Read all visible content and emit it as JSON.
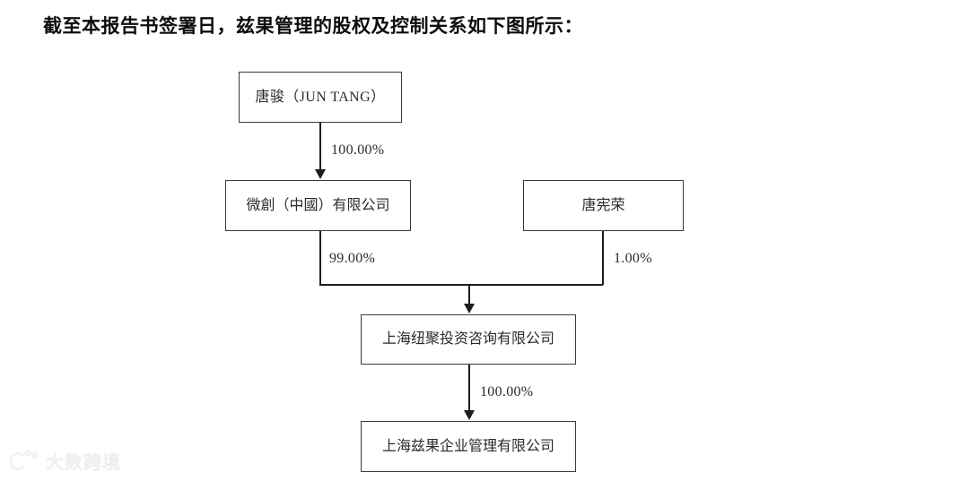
{
  "document": {
    "heading": "截至本报告书签署日，兹果管理的股权及控制关系如下图所示："
  },
  "watermark": {
    "text": "大数跨境",
    "logo_icon": "bigdata-logo-icon"
  },
  "chart_data": {
    "type": "diagram",
    "title": "兹果管理的股权及控制关系",
    "diagram_kind": "ownership-control-structure",
    "nodes": [
      {
        "id": "tangjun",
        "label": "唐骏（JUN TANG）",
        "level": 1
      },
      {
        "id": "weichuang",
        "label": "微創（中國）有限公司",
        "level": 2
      },
      {
        "id": "tangxr",
        "label": "唐宪荣",
        "level": 2
      },
      {
        "id": "niuju",
        "label": "上海纽聚投资咨询有限公司",
        "level": 3
      },
      {
        "id": "ziguo",
        "label": "上海兹果企业管理有限公司",
        "level": 4
      }
    ],
    "edges": [
      {
        "from": "tangjun",
        "to": "weichuang",
        "label": "100.00%"
      },
      {
        "from": "weichuang",
        "to": "niuju",
        "label": "99.00%"
      },
      {
        "from": "tangxr",
        "to": "niuju",
        "label": "1.00%"
      },
      {
        "from": "niuju",
        "to": "ziguo",
        "label": "100.00%"
      }
    ],
    "colors": {
      "box_border": "#3a3a3a",
      "connector": "#1c1c1c",
      "text": "#2b2b2b",
      "background": "#ffffff"
    }
  }
}
